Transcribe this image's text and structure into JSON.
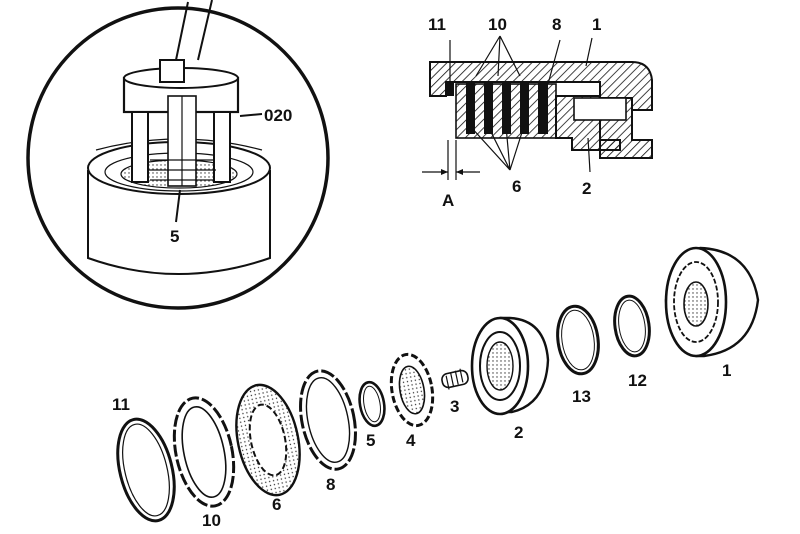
{
  "colors": {
    "ink": "#111111",
    "paper": "#ffffff",
    "hatch": "#111111",
    "shade": "#dcdcdc"
  },
  "inset": {
    "tool_label": "020",
    "part_label": "5"
  },
  "section": {
    "labels": {
      "retaining_ring": "11",
      "outer_plates": "10",
      "pressure_plate": "8",
      "housing": "1",
      "clearance": "A",
      "inner_plates": "6",
      "piston": "2"
    }
  },
  "exploded": {
    "parts": [
      {
        "id": "retaining-ring",
        "label": "11"
      },
      {
        "id": "outer-plate",
        "label": "10"
      },
      {
        "id": "friction-plate",
        "label": "6"
      },
      {
        "id": "pressure-plate",
        "label": "8"
      },
      {
        "id": "snap-ring",
        "label": "5"
      },
      {
        "id": "spring-retainer",
        "label": "4"
      },
      {
        "id": "spring",
        "label": "3"
      },
      {
        "id": "piston",
        "label": "2"
      },
      {
        "id": "outer-seal",
        "label": "13"
      },
      {
        "id": "inner-seal",
        "label": "12"
      },
      {
        "id": "clutch-housing",
        "label": "1"
      }
    ]
  }
}
